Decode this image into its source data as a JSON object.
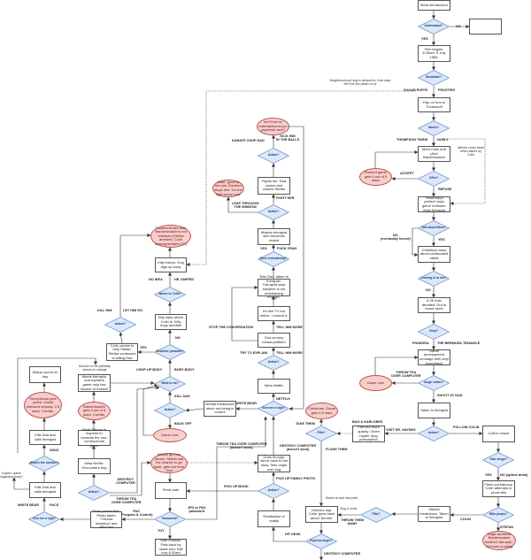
{
  "colors": {
    "decision_fill": "#dae8fc",
    "decision_stroke": "#6c8ebf",
    "ending_fill": "#f8cecc",
    "ending_stroke": "#b85450",
    "line": "#333333"
  },
  "nodes": [
    {
      "id": "n1",
      "type": "box",
      "text": "Meta introduction"
    },
    {
      "id": "d1",
      "type": "diamond",
      "text": "Understand?"
    },
    {
      "id": "n2",
      "type": "box",
      "text": ""
    },
    {
      "id": "l1",
      "type": "label",
      "text": "NO"
    },
    {
      "id": "l2",
      "type": "label",
      "text": "YES"
    },
    {
      "id": "n3",
      "type": "box",
      "text": "Film begins. 8.30am, 9 July 1984."
    },
    {
      "id": "d2",
      "type": "diamond",
      "text": "Breakfast?"
    },
    {
      "id": "note1",
      "type": "note",
      "text": "Neighbourhood dog is abused in. Dad says 'He'll be the death of us'"
    },
    {
      "id": "l3",
      "type": "label",
      "text": "SUGAR PUFFS"
    },
    {
      "id": "l4",
      "type": "label",
      "text": "FROSTIES"
    },
    {
      "id": "n4",
      "type": "box",
      "text": "Hop on bus to Tuckersoft"
    },
    {
      "id": "d3",
      "type": "diamond",
      "text": "Music?"
    },
    {
      "id": "l5",
      "type": "label",
      "text": "THOMPSON TWINS"
    },
    {
      "id": "l6",
      "type": "label",
      "text": "NOW 2"
    },
    {
      "id": "n5",
      "type": "box",
      "text": "Meet Colin and pitch Bandersnatch"
    },
    {
      "id": "note2",
      "type": "note",
      "text": "Affects music taste when asked by Colin"
    },
    {
      "id": "e1",
      "type": "end",
      "text": "Rushed game gets 0 out of 5 stars"
    },
    {
      "id": "l7",
      "type": "label",
      "text": "ACCEPT"
    },
    {
      "id": "d4",
      "type": "diamond",
      "text": "Offer?"
    },
    {
      "id": "l8",
      "type": "label",
      "text": "REFUSE"
    },
    {
      "id": "n6",
      "type": "box",
      "text": "'Yesterday's perfect' says game reviewer. Visits therapist"
    },
    {
      "id": "d5",
      "type": "diamond",
      "text": "Talk about Mom?"
    },
    {
      "id": "l9",
      "type": "label",
      "text": "NO\n(eventually forced)"
    },
    {
      "id": "l10",
      "type": "label",
      "text": "YES"
    },
    {
      "id": "n7",
      "type": "box",
      "text": "Childhood story about confiscated rabbit"
    },
    {
      "id": "d6",
      "type": "diamond",
      "text": "Coming in or not?"
    },
    {
      "id": "l11",
      "type": "label",
      "text": "NO"
    },
    {
      "id": "n8",
      "type": "box",
      "text": "6.45 train derailed. Out to music store"
    },
    {
      "id": "d7",
      "type": "diamond",
      "text": "Vinyl?"
    },
    {
      "id": "l12",
      "type": "label",
      "text": "PHAEDRA"
    },
    {
      "id": "l13",
      "type": "label",
      "text": "THE BERMUDA TRIANGLE"
    },
    {
      "id": "n9",
      "type": "box",
      "text": "Game development montage with vinyl soundtrack"
    },
    {
      "id": "l14",
      "type": "label",
      "text": "THROW TEA\nOVER COMPUTER"
    },
    {
      "id": "e2",
      "type": "end",
      "text": "Game over"
    },
    {
      "id": "d8",
      "type": "diamond",
      "text": "Anger strike?"
    },
    {
      "id": "l15",
      "type": "label",
      "text": "SHOOT AT DAD"
    },
    {
      "id": "n10",
      "type": "box",
      "text": "Taken to therapist"
    },
    {
      "id": "d9",
      "type": "diamond",
      "text": "Action?"
    },
    {
      "id": "l16",
      "type": "label",
      "text": "VISIT DR. HAYNES"
    },
    {
      "id": "l17",
      "type": "label",
      "text": "FOLLOW COLIN"
    },
    {
      "id": "n11",
      "type": "box",
      "text": "Colin's house"
    },
    {
      "id": "d10",
      "type": "diamond",
      "text": "Take drugs?"
    },
    {
      "id": "l18",
      "type": "label",
      "text": "YES"
    },
    {
      "id": "l19",
      "type": "label",
      "text": "NO (spikes drink)"
    },
    {
      "id": "n12",
      "type": "box",
      "text": "Flees out balcony. Colin attempts to prove this"
    },
    {
      "id": "d11",
      "type": "diamond",
      "text": "Who jumps?"
    },
    {
      "id": "l20",
      "type": "label",
      "text": "STEFAN"
    },
    {
      "id": "e3",
      "type": "end",
      "text": "Tragic accident. Bandersnatch finished 'abruptly'. Not even a rating"
    },
    {
      "id": "l21",
      "type": "label",
      "text": "COLIN"
    },
    {
      "id": "n13",
      "type": "box",
      "text": "Mental breakdown. Taken to therapist"
    },
    {
      "id": "d12",
      "type": "diamond",
      "text": "Pills?"
    },
    {
      "id": "l22",
      "type": "label",
      "text": "BAG & EARLOBES"
    },
    {
      "id": "n14",
      "type": "box",
      "text": "Flee but more quickly. Given higher drug prescription"
    },
    {
      "id": "d13",
      "type": "diamond",
      "text": "Pills?"
    },
    {
      "id": "l23",
      "type": "label",
      "text": "TAKE THEM"
    },
    {
      "id": "l24",
      "type": "label",
      "text": "FLUSH THEM"
    },
    {
      "id": "e4",
      "type": "end",
      "text": "Christmas. Game gets 2.5 stars"
    },
    {
      "id": "note3",
      "type": "note",
      "text": "Wants to add new path"
    },
    {
      "id": "note4",
      "type": "note",
      "text": "Bug in code"
    },
    {
      "id": "l25",
      "type": "label",
      "text": "THROW THEM\nAWAY"
    },
    {
      "id": "n15",
      "type": "box",
      "text": "Delivers day. Colin 'goes back about Jerome'"
    },
    {
      "id": "d14",
      "type": "diamond",
      "text": "Express anger?"
    },
    {
      "id": "l26",
      "type": "label",
      "text": "HIT DESK"
    },
    {
      "id": "l27",
      "type": "label",
      "text": "DESTROY COMPUTER"
    },
    {
      "id": "e5",
      "type": "end",
      "text": "Isn't that for entertainment you psychotic fuck?"
    },
    {
      "id": "l28",
      "type": "label",
      "text": "KARATE CHOP DAD"
    },
    {
      "id": "l29",
      "type": "label",
      "text": "KICK HIM\nIN THE BALLS"
    },
    {
      "id": "d15",
      "type": "diamond",
      "text": "Action?"
    },
    {
      "id": "n16",
      "type": "box",
      "text": "Fights her. Dad comes and chokes Stefan"
    },
    {
      "id": "l30",
      "type": "label",
      "text": "FIGHT HER"
    },
    {
      "id": "e6",
      "type": "end",
      "text": "Mate, good to him yet. Emotion stops him. 'It's the fight scene now'"
    },
    {
      "id": "l31",
      "type": "label",
      "text": "LEAP THROUGH\nTHE WINDOW"
    },
    {
      "id": "d16",
      "type": "diamond",
      "text": "Action?"
    },
    {
      "id": "n17",
      "type": "box",
      "text": "Attacks therapist who becomes violent"
    },
    {
      "id": "l32",
      "type": "label",
      "text": "YES"
    },
    {
      "id": "l33",
      "type": "label",
      "text": "FUCK YEAH"
    },
    {
      "id": "d17",
      "type": "diamond",
      "text": "More entertaining?"
    },
    {
      "id": "n18",
      "type": "box",
      "text": "Tells Dad, taken to therapist. Therapist says storyline is not entertaining enough."
    },
    {
      "id": "n19",
      "type": "box",
      "text": "It's like TV but online. I control it."
    },
    {
      "id": "l34",
      "type": "label",
      "text": "TELL HIM MORE"
    },
    {
      "id": "l35",
      "type": "label",
      "text": "STOP THE CONVERSATION"
    },
    {
      "id": "n20",
      "type": "box",
      "text": "21st century media platform"
    },
    {
      "id": "l36",
      "type": "label",
      "text": "TRY TO EXPLAIN"
    },
    {
      "id": "l37",
      "type": "label",
      "text": "TELL HIM MORE"
    },
    {
      "id": "d18",
      "type": "diamond",
      "text": "Action?"
    },
    {
      "id": "n21",
      "type": "box",
      "text": "Meta Netflix"
    },
    {
      "id": "l38",
      "type": "label",
      "text": "NETFLIX"
    },
    {
      "id": "d19",
      "type": "diamond",
      "text": "Give me a sign?"
    },
    {
      "id": "l39",
      "type": "label",
      "text": "WHITE BEAR"
    },
    {
      "id": "n22",
      "type": "box",
      "text": "Mental breakdown about not being in control"
    },
    {
      "id": "l40",
      "type": "label",
      "text": "THROW TEA OVER COMPUTER\n(doesn't work)"
    },
    {
      "id": "l41",
      "type": "label",
      "text": "DESTROY COMPUTER\n(doesn't work)"
    },
    {
      "id": "n23",
      "type": "box",
      "text": "Goes through mirror back to the story. Sets origin over bug"
    },
    {
      "id": "l42",
      "type": "label",
      "text": "PICK UP FAMILY PHOTO"
    },
    {
      "id": "d20",
      "type": "diamond",
      "text": "Action?"
    },
    {
      "id": "l43",
      "type": "label",
      "text": "PICK UP BOOK"
    },
    {
      "id": "n24",
      "type": "box",
      "text": "Realisation of reality"
    },
    {
      "id": "e7",
      "type": "end",
      "text": "Tuckersoft fold after Bandersnatch is not released (Stefan arrested, Colin missing/sedated TV)"
    },
    {
      "id": "n25",
      "type": "box",
      "text": "Killy leaves. Dog digs up body"
    },
    {
      "id": "l44",
      "type": "label",
      "text": "NO IDEA"
    },
    {
      "id": "l45",
      "type": "label",
      "text": "HE JUMPED"
    },
    {
      "id": "d21",
      "type": "diamond",
      "text": "Where is Colin?"
    },
    {
      "id": "n26",
      "type": "box",
      "text": "Killy asks where Colin is. Killy rings doorbell"
    },
    {
      "id": "l46",
      "type": "label",
      "text": "NO"
    },
    {
      "id": "d22",
      "type": "diamond",
      "text": "Deadline possible?"
    },
    {
      "id": "l47",
      "type": "label",
      "text": "YES"
    },
    {
      "id": "n27",
      "type": "box",
      "text": "Colin comes to help Stefan. Stefan confesses to killing Dad"
    },
    {
      "id": "d23",
      "type": "diamond",
      "text": "Action?"
    },
    {
      "id": "l48",
      "type": "label",
      "text": "KILL HIM"
    },
    {
      "id": "l49",
      "type": "label",
      "text": "LET HIM GO"
    },
    {
      "id": "l50",
      "type": "label",
      "text": "CHOP UP BODY"
    },
    {
      "id": "l51",
      "type": "label",
      "text": "BURY BODY"
    },
    {
      "id": "d24",
      "type": "diamond",
      "text": "What to do?"
    },
    {
      "id": "l52",
      "type": "label",
      "text": "KILL DAD"
    },
    {
      "id": "d25",
      "type": "diamond",
      "text": "Action?"
    },
    {
      "id": "l53",
      "type": "label",
      "text": "BACK OFF"
    },
    {
      "id": "e8",
      "type": "end",
      "text": "Game over"
    },
    {
      "id": "e9",
      "type": "end",
      "text": "Wakes up from dream. Stefan has the chance to go back, gets tea from Dad"
    },
    {
      "id": "n28",
      "type": "box",
      "text": "Finds safe"
    },
    {
      "id": "l54",
      "type": "label",
      "text": "JFD or PAX\npassword"
    },
    {
      "id": "d26",
      "type": "diamond",
      "text": "Password?"
    },
    {
      "id": "l55",
      "type": "label",
      "text": "TOY"
    },
    {
      "id": "n29",
      "type": "box",
      "text": "Safe unlocks. Pats back by under bed. Still now 8.30am"
    },
    {
      "id": "l56",
      "type": "label",
      "text": "PAC\n(Program & Control)"
    },
    {
      "id": "n30",
      "type": "box",
      "text": "Finds parent files. Photo taken 'Trauma Inception' and kills Dad"
    },
    {
      "id": "d27",
      "type": "diamond",
      "text": "Give me a sign?"
    },
    {
      "id": "l57",
      "type": "label",
      "text": "WHITE BEAR"
    },
    {
      "id": "l58",
      "type": "label",
      "text": "PACS"
    },
    {
      "id": "n31",
      "type": "box",
      "text": "Kills Dad and calls therapist"
    },
    {
      "id": "note5",
      "type": "note",
      "text": "If given option regarding body?"
    },
    {
      "id": "d28",
      "type": "diamond",
      "text": "What's the number?"
    },
    {
      "id": "l59",
      "type": "label",
      "text": "20541"
    },
    {
      "id": "n32",
      "type": "box",
      "text": "Kills Dad and calls therapist"
    },
    {
      "id": "e10",
      "type": "end",
      "text": "Receptionist gets police. Game released anyway. 2.5 stars. Credits."
    },
    {
      "id": "n33",
      "type": "box",
      "text": "Dialup sound on day"
    },
    {
      "id": "note6",
      "type": "note",
      "text": "Access to the pathway seems to change"
    },
    {
      "id": "n34",
      "type": "box",
      "text": "Meets therapist and explains game only has illusion of freewill"
    },
    {
      "id": "e11",
      "type": "end",
      "text": "Bandersnatch gets 5 out of 5 stars. Credits."
    },
    {
      "id": "n35",
      "type": "box",
      "text": "Pearl Ritman is inspired to recreate the non-controversial game"
    },
    {
      "id": "n36",
      "type": "box",
      "text": "Meta Netflix. Encounters bug"
    },
    {
      "id": "d29",
      "type": "diamond",
      "text": "Action?"
    },
    {
      "id": "l60",
      "type": "label",
      "text": "DESTROY\nCOMPUTER"
    },
    {
      "id": "l61",
      "type": "label",
      "text": "THROW TEA\nOVER COMPUTER"
    }
  ]
}
